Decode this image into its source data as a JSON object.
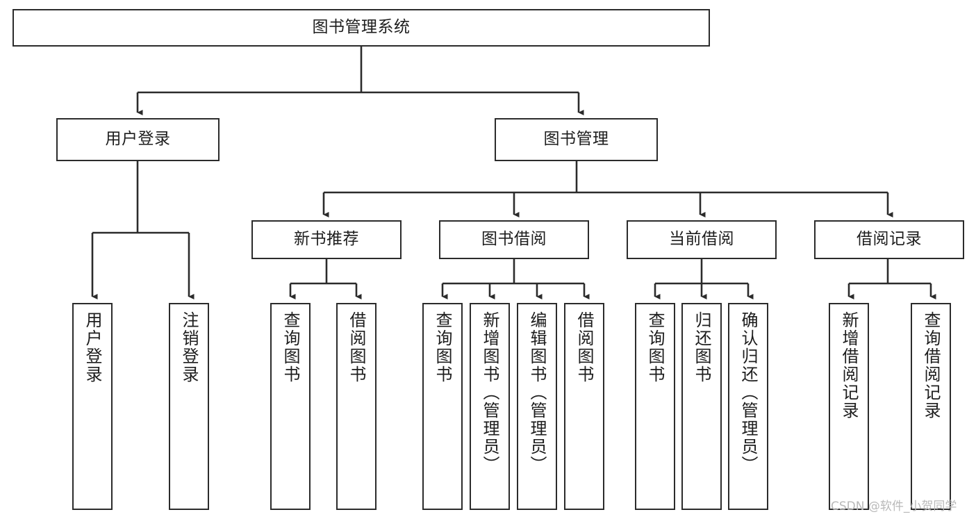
{
  "diagram": {
    "title": "图书管理系统",
    "type": "tree-hierarchy",
    "root": {
      "label": "图书管理系统"
    },
    "level1": [
      {
        "label": "用户登录"
      },
      {
        "label": "图书管理"
      }
    ],
    "level2": [
      {
        "label": "新书推荐"
      },
      {
        "label": "图书借阅"
      },
      {
        "label": "当前借阅"
      },
      {
        "label": "借阅记录"
      }
    ],
    "leaves": {
      "user_login": [
        {
          "label": "用户登录"
        },
        {
          "label": "注销登录"
        }
      ],
      "new_book_recommend": [
        {
          "label": "查询图书"
        },
        {
          "label": "借阅图书"
        }
      ],
      "book_borrow": [
        {
          "label": "查询图书"
        },
        {
          "label": "新增图书（管理员）"
        },
        {
          "label": "编辑图书（管理员）"
        },
        {
          "label": "借阅图书"
        }
      ],
      "current_borrow": [
        {
          "label": "查询图书"
        },
        {
          "label": "归还图书"
        },
        {
          "label": "确认归还（管理员）"
        }
      ],
      "borrow_record": [
        {
          "label": "新增借阅记录"
        },
        {
          "label": "查询借阅记录"
        }
      ]
    }
  },
  "watermark": {
    "text": "CSDN @软件_小贺同学"
  },
  "colors": {
    "stroke": "#2b2b2b",
    "fill": "#ffffff",
    "text": "#1d1d1d",
    "watermark": "#b9b9b9"
  }
}
